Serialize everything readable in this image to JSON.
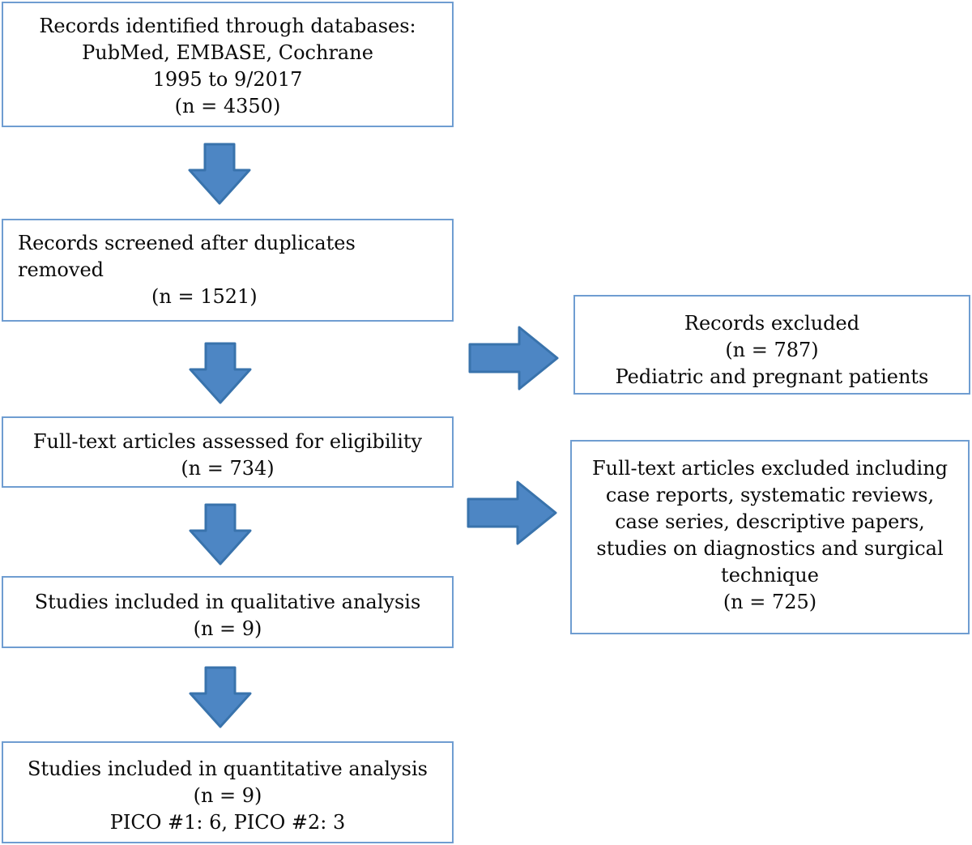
{
  "flowchart": {
    "boxes": {
      "identification": {
        "lines": [
          "Records identified through databases:",
          "PubMed, EMBASE, Cochrane",
          "1995 to 9/2017",
          "(n = 4350)"
        ]
      },
      "screening": {
        "text": "Records screened after duplicates removed",
        "count": "(n = 1521)"
      },
      "eligibility": {
        "lines": [
          "Full-text articles assessed for eligibility",
          "(n = 734)"
        ]
      },
      "qualitative": {
        "lines": [
          "Studies included in qualitative analysis",
          "(n = 9)"
        ]
      },
      "quantitative": {
        "lines": [
          "Studies included in quantitative analysis",
          "(n = 9)",
          "PICO #1: 6, PICO #2: 3"
        ]
      },
      "records_excluded": {
        "lines": [
          "Records excluded",
          "(n = 787)",
          "Pediatric and pregnant patients"
        ]
      },
      "fulltext_excluded": {
        "lines": [
          "Full-text articles excluded including",
          "case reports, systematic reviews,",
          "case series, descriptive papers,",
          "studies on diagnostics and surgical",
          "technique",
          "(n = 725)"
        ]
      }
    },
    "colors": {
      "arrow_fill": "#4d86c4",
      "arrow_stroke": "#3973ac",
      "box_border": "#6f9dd1",
      "text": "#0a0a0a"
    }
  }
}
